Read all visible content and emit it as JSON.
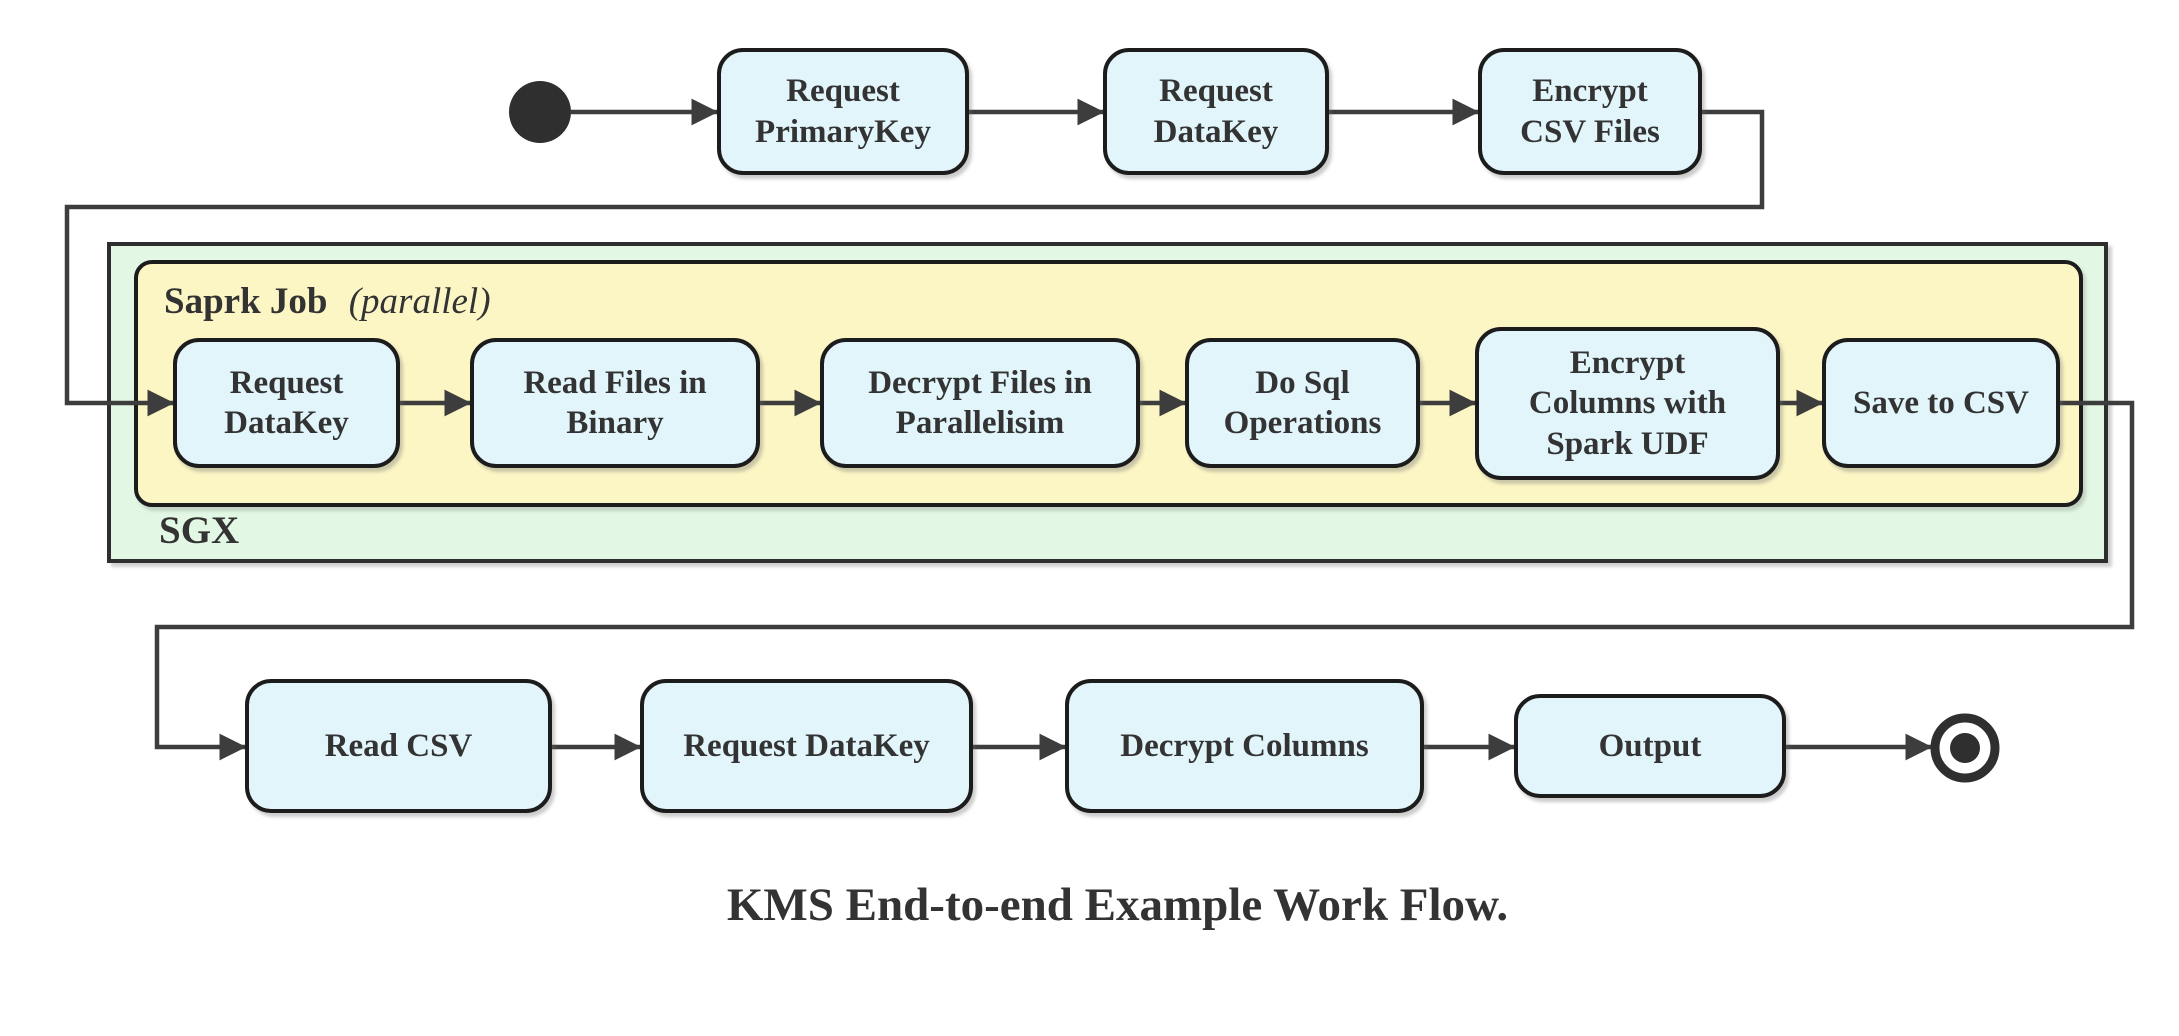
{
  "title": "KMS End-to-end Example Work Flow.",
  "containers": {
    "sgx_label": "SGX",
    "spark_label": "Saprk Job",
    "spark_qualifier": "(parallel)"
  },
  "nodes": {
    "top_request_primarykey": "Request\nPrimaryKey",
    "top_request_datakey": "Request\nDataKey",
    "top_encrypt_csv_files": "Encrypt\nCSV Files",
    "mid_request_datakey": "Request\nDataKey",
    "mid_read_files_in_binary": "Read Files in\nBinary",
    "mid_decrypt_files_in_parallelisim": "Decrypt Files in\nParallelisim",
    "mid_do_sql_operations": "Do Sql\nOperations",
    "mid_encrypt_columns_with_spark_udf": "Encrypt\nColumns with\nSpark UDF",
    "mid_save_to_csv": "Save to CSV",
    "bot_read_csv": "Read CSV",
    "bot_request_datakey": "Request DataKey",
    "bot_decrypt_columns": "Decrypt Columns",
    "bot_output": "Output"
  },
  "colors": {
    "task_fill": "#e1f5fb",
    "task_border": "#1c1c1c",
    "spark_fill": "#fcf6c5",
    "sgx_fill": "#e2f8e4",
    "container_border": "#2e2e2e",
    "edge": "#3d3d3d",
    "text": "#333333",
    "terminal": "#2f2f2f",
    "background": "#ffffff"
  }
}
